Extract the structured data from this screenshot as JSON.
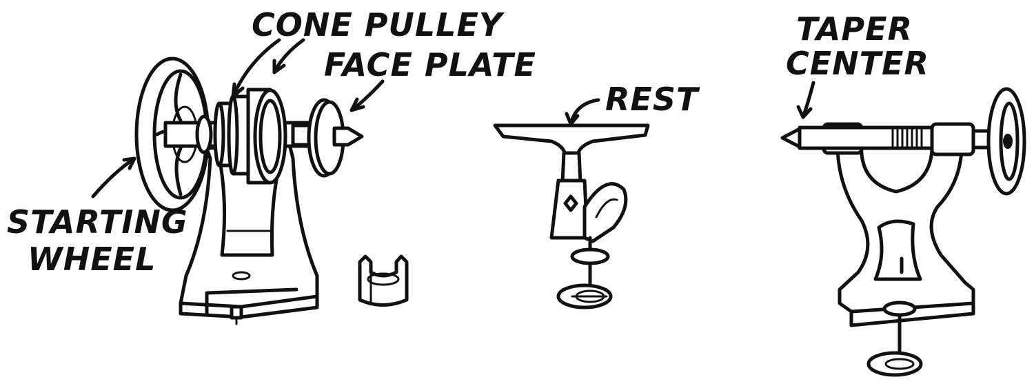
{
  "labels": {
    "cone_pulley": "CONE PULLEY",
    "face_plate": "FACE PLATE",
    "starting_wheel_line1": "STARTING",
    "starting_wheel_line2": "WHEEL",
    "rest": "REST",
    "taper_center_line1": "TAPER",
    "taper_center_line2": "CENTER"
  },
  "colors": {
    "ink": "#111111",
    "paper": "#ffffff"
  }
}
